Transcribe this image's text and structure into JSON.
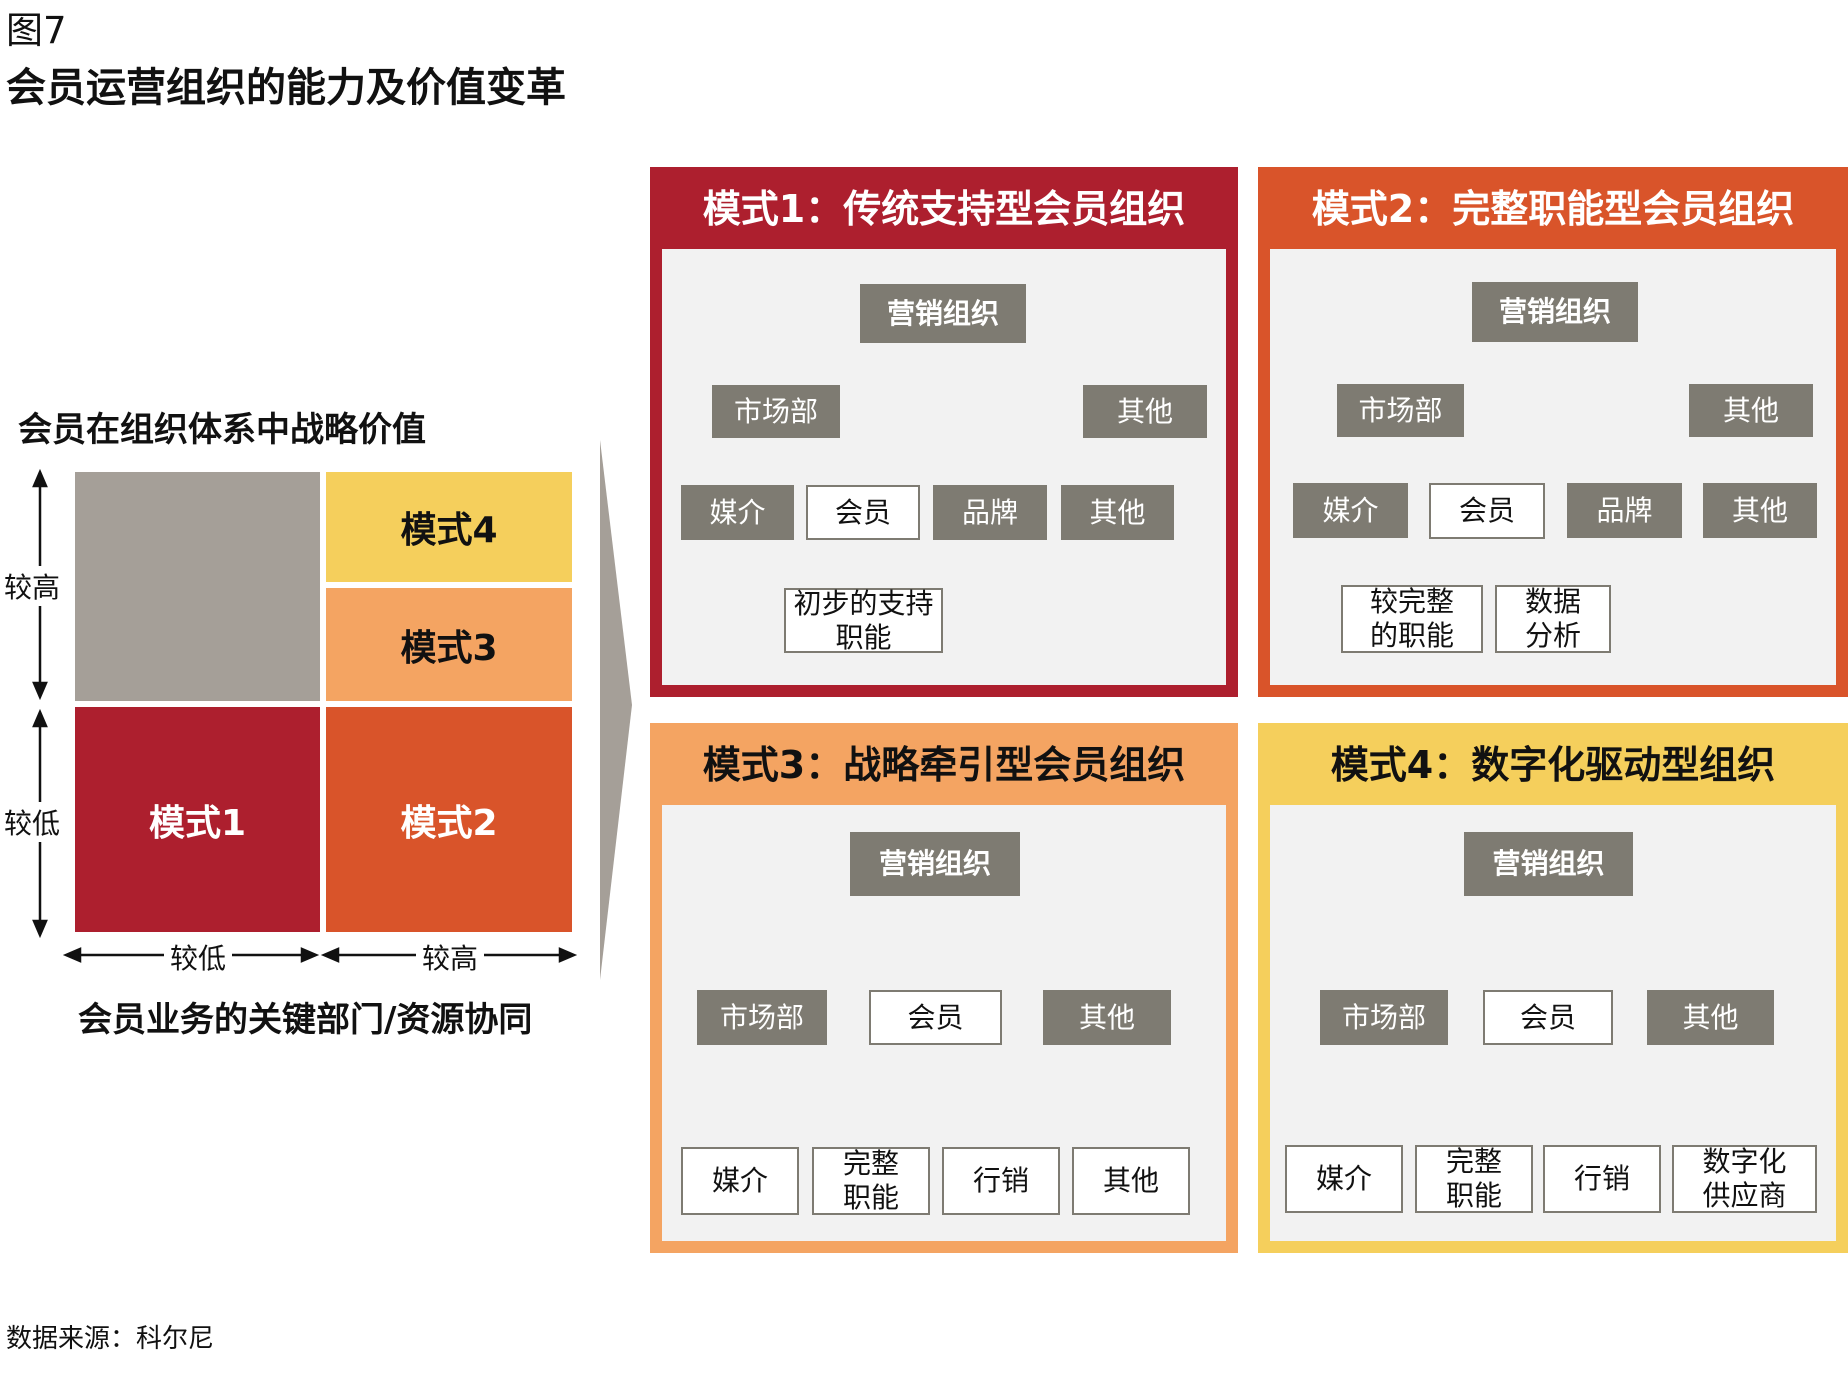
{
  "figure_label": "图7",
  "title": "会员运营组织的能力及价值变革",
  "source": "数据来源：科尔尼",
  "matrix": {
    "y_title": "会员在组织体系中战略价值",
    "x_title": "会员业务的关键部门/资源协同",
    "y_high": "较高",
    "y_low": "较低",
    "x_low": "较低",
    "x_high": "较高",
    "cells": {
      "top_right_top": "模式4",
      "top_right_bottom": "模式3",
      "bottom_left": "模式1",
      "bottom_right": "模式2"
    }
  },
  "colors": {
    "mode1": "#ad1f2e",
    "mode2": "#d9542a",
    "mode3": "#f4a462",
    "mode4": "#f5cf5c",
    "gray_cell": "#a59f98",
    "node_gray": "#7e7b72"
  },
  "panels": {
    "p1": {
      "title": "模式1：传统支持型会员组织",
      "root": "营销组织",
      "market": "市场部",
      "other_top": "其他",
      "media": "媒介",
      "member": "会员",
      "brand": "品牌",
      "other": "其他",
      "support": "初步的支持\n职能"
    },
    "p2": {
      "title": "模式2：完整职能型会员组织",
      "root": "营销组织",
      "market": "市场部",
      "other_top": "其他",
      "media": "媒介",
      "member": "会员",
      "brand": "品牌",
      "other": "其他",
      "full": "较完整\n的职能",
      "data": "数据\n分析"
    },
    "p3": {
      "title": "模式3：战略牵引型会员组织",
      "root": "营销组织",
      "market": "市场部",
      "member": "会员",
      "other_top": "其他",
      "media": "媒介",
      "full": "完整\n职能",
      "marketing": "行销",
      "other": "其他"
    },
    "p4": {
      "title": "模式4：数字化驱动型组织",
      "root": "营销组织",
      "market": "市场部",
      "member": "会员",
      "other_top": "其他",
      "media": "媒介",
      "full": "完整\n职能",
      "marketing": "行销",
      "digital": "数字化\n供应商"
    }
  }
}
